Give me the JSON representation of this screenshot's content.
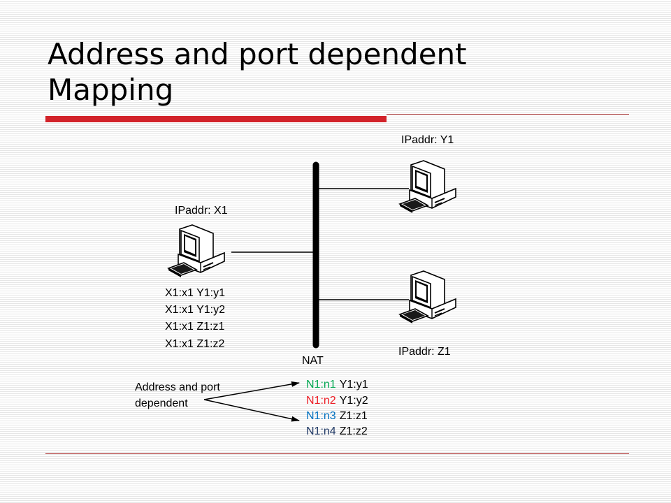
{
  "title": {
    "line1": "Address and port dependent",
    "line2": "Mapping"
  },
  "colors": {
    "accent": "#d2232a",
    "green": "#00a650",
    "red": "#ed1c24",
    "blue": "#0070c0",
    "navy": "#1f3864"
  },
  "hosts": {
    "x1": {
      "label": "IPaddr: X1",
      "icon": "computer-icon"
    },
    "y1": {
      "label": "IPaddr: Y1",
      "icon": "computer-icon"
    },
    "z1": {
      "label": "IPaddr: Z1",
      "icon": "computer-icon"
    }
  },
  "nat": {
    "label": "NAT"
  },
  "x1_sessions": [
    "X1:x1 Y1:y1",
    "X1:x1 Y1:y2",
    "X1:x1 Z1:z1",
    "X1:x1 Z1:z2"
  ],
  "callout": {
    "line1": "Address and port",
    "line2": "dependent"
  },
  "mappings": [
    {
      "nat": "N1:n1",
      "dest": "Y1:y1",
      "color": "#00a650"
    },
    {
      "nat": "N1:n2",
      "dest": "Y1:y2",
      "color": "#ed1c24"
    },
    {
      "nat": "N1:n3",
      "dest": "Z1:z1",
      "color": "#0070c0"
    },
    {
      "nat": "N1:n4",
      "dest": "Z1:z2",
      "color": "#1f3864"
    }
  ]
}
